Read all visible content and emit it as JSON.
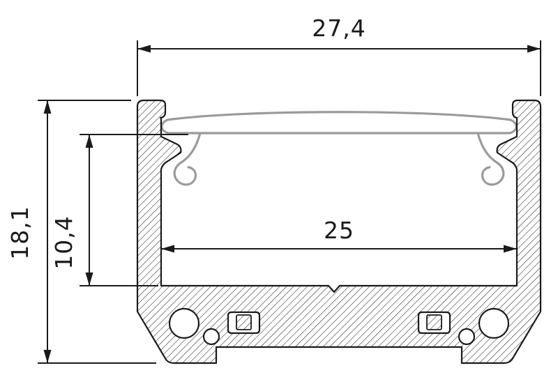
{
  "drawing": {
    "dimension_labels": {
      "outer_width": "27,4",
      "total_height": "18,1",
      "inner_height": "10,4",
      "inner_width": "25"
    },
    "colors": {
      "line": "#1a1a1a",
      "diffuser_outline": "#9a9a9a",
      "background": "#ffffff"
    }
  }
}
